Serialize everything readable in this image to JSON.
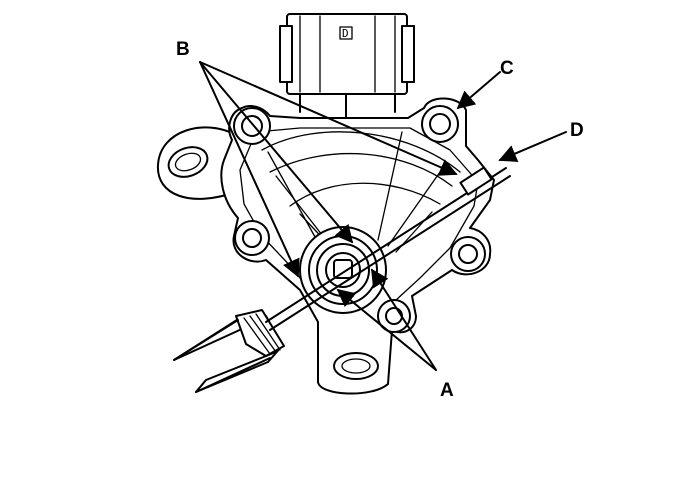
{
  "diagram": {
    "callouts": {
      "a": "A",
      "b": "B",
      "c": "C",
      "d": "D"
    },
    "connector_mark": "D",
    "colors": {
      "ink": "#000000",
      "background": "#ffffff"
    }
  }
}
